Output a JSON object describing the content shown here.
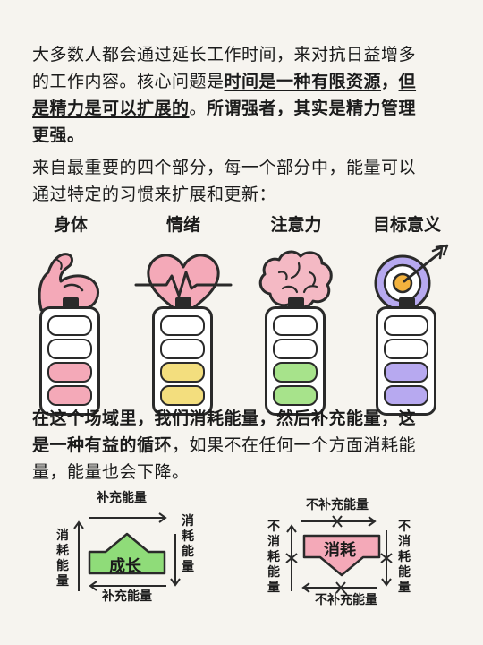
{
  "intro": {
    "line1": "大多数人都会通过延长工作时间，来对抗日益增多",
    "line2_plain": "的工作内容。核心问题是",
    "line2_bold1": "时间是一种有限资源",
    "line2_comma": "，",
    "line2_bold2": "但",
    "line3_bold1": "是精力是可以扩展的",
    "line3_plain": "。",
    "line3_bold2": "所谓强者，其实是精力管理",
    "line4_bold": "更强。"
  },
  "parts_intro": {
    "line1": "来自最重要的四个部分，每一个部分中，能量可以",
    "line2": "通过特定的习惯来扩展和更新："
  },
  "categories": [
    {
      "title": "身体",
      "icon": "flexing-arm-icon",
      "color": "#f4a9b8"
    },
    {
      "title": "情绪",
      "icon": "heart-pulse-icon",
      "color": "#f3de7e"
    },
    {
      "title": "注意力",
      "icon": "brain-icon",
      "color": "#a7e38b"
    },
    {
      "title": "目标意义",
      "icon": "target-arrow-icon",
      "color": "#b7a9f0"
    }
  ],
  "cycle_text": {
    "line1": "在这个场域里，我们消耗能量，然后补充能量，这",
    "line2_bold": "是一种有益的循环",
    "line2_plain": "，如果不在任何一个方面消耗能",
    "line3": "量，能量也会下降。"
  },
  "diagram_growth": {
    "top": "补充能量",
    "bottom": "补充能量",
    "left": "消耗能量",
    "right": "消耗能量",
    "center": "成长",
    "center_color": "#8fdc79"
  },
  "diagram_decline": {
    "top": "不补充能量",
    "bottom": "不补充能量",
    "left": "不消耗能量",
    "right": "不消耗能量",
    "center": "消耗",
    "center_color": "#f4a9b8"
  }
}
